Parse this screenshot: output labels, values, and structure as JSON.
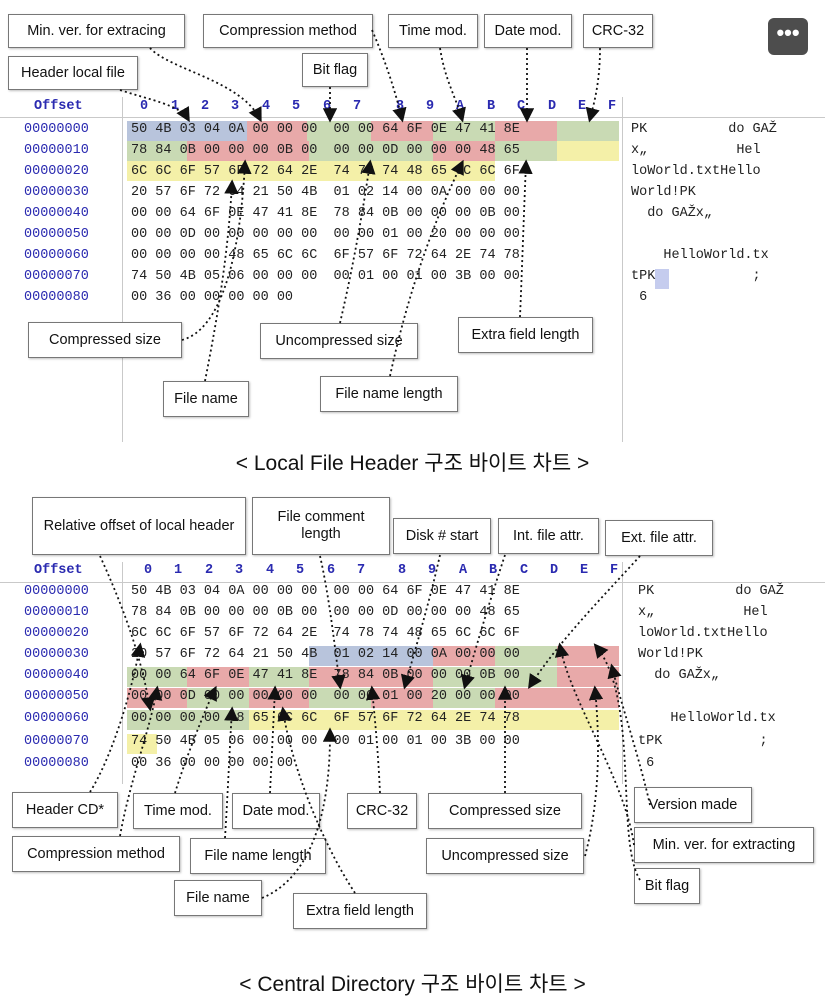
{
  "menu_icon": "more-dots-icon",
  "diagram1": {
    "caption": "< Local File Header 구조 바이트 차트 >",
    "header_cols": "Offset",
    "col_digits": [
      "0",
      "1",
      "2",
      "3",
      "4",
      "5",
      "6",
      "7",
      "8",
      "9",
      "A",
      "B",
      "C",
      "D",
      "E",
      "F"
    ],
    "rows": [
      {
        "offset": "00000000",
        "bytes": "50 4B 03 04 0A 00 00 00  00 00 64 6F 0E 47 41 8E",
        "ascii": "PK          do GAŽ"
      },
      {
        "offset": "00000010",
        "bytes": "78 84 0B 00 00 00 0B 00  00 00 0D 00 00 00 48 65",
        "ascii": "x„           Hel"
      },
      {
        "offset": "00000020",
        "bytes": "6C 6C 6F 57 6F 72 64 2E  74 78 74 48 65 6C 6C 6F",
        "ascii": "loWorld.txtHello"
      },
      {
        "offset": "00000030",
        "bytes": "20 57 6F 72 64 21 50 4B  01 02 14 00 0A 00 00 00",
        "ascii": "World!PK"
      },
      {
        "offset": "00000040",
        "bytes": "00 00 64 6F 0E 47 41 8E  78 84 0B 00 00 00 0B 00",
        "ascii": "  do GAŽx„"
      },
      {
        "offset": "00000050",
        "bytes": "00 00 0D 00 00 00 00 00  00 00 01 00 20 00 00 00",
        "ascii": ""
      },
      {
        "offset": "00000060",
        "bytes": "00 00 00 00 48 65 6C 6C  6F 57 6F 72 64 2E 74 78",
        "ascii": "    HelloWorld.tx"
      },
      {
        "offset": "00000070",
        "bytes": "74 50 4B 05 06 00 00 00  00 01 00 01 00 3B 00 00",
        "ascii": "tPK            ;"
      },
      {
        "offset": "00000080",
        "bytes": "00 36 00 00 00 00 00",
        "ascii": " 6"
      }
    ],
    "labels": {
      "min_ver": "Min. ver. for extracing",
      "compression_method": "Compression method",
      "time_mod": "Time mod.",
      "date_mod": "Date mod.",
      "crc32": "CRC-32",
      "header_local_file": "Header local file",
      "bit_flag": "Bit flag",
      "compressed_size": "Compressed size",
      "uncompressed_size": "Uncompressed size",
      "extra_field_length": "Extra field length",
      "file_name": "File name",
      "file_name_length": "File name length"
    }
  },
  "diagram2": {
    "caption": "< Central Directory 구조 바이트 차트 >",
    "header_cols": "Offset",
    "col_digits": [
      "0",
      "1",
      "2",
      "3",
      "4",
      "5",
      "6",
      "7",
      "8",
      "9",
      "A",
      "B",
      "C",
      "D",
      "E",
      "F"
    ],
    "rows": [
      {
        "offset": "00000000",
        "bytes": "50 4B 03 04 0A 00 00 00  00 00 64 6F 0E 47 41 8E",
        "ascii": "PK          do GAŽ"
      },
      {
        "offset": "00000010",
        "bytes": "78 84 0B 00 00 00 0B 00  00 00 0D 00 00 00 48 65",
        "ascii": "x„           Hel"
      },
      {
        "offset": "00000020",
        "bytes": "6C 6C 6F 57 6F 72 64 2E  74 78 74 48 65 6C 6C 6F",
        "ascii": "loWorld.txtHello"
      },
      {
        "offset": "00000030",
        "bytes": "20 57 6F 72 64 21 50 4B  01 02 14 00 0A 00 00 00",
        "ascii": "World!PK"
      },
      {
        "offset": "00000040",
        "bytes": "00 00 64 6F 0E 47 41 8E  78 84 0B 00 00 00 0B 00",
        "ascii": "  do GAŽx„"
      },
      {
        "offset": "00000050",
        "bytes": "00 00 0D 00 00 00 00 00  00 00 01 00 20 00 00 00",
        "ascii": ""
      },
      {
        "offset": "00000060",
        "bytes": "00 00 00 00 48 65 6C 6C  6F 57 6F 72 64 2E 74 78",
        "ascii": "    HelloWorld.tx"
      },
      {
        "offset": "00000070",
        "bytes": "74 50 4B 05 06 00 00 00  00 01 00 01 00 3B 00 00",
        "ascii": "tPK            ;"
      },
      {
        "offset": "00000080",
        "bytes": "00 36 00 00 00 00 00",
        "ascii": " 6"
      }
    ],
    "labels": {
      "rel_offset": "Relative offset of local header",
      "file_comment_length": "File comment length",
      "disk_start": "Disk # start",
      "int_file_attr": "Int. file attr.",
      "ext_file_attr": "Ext. file attr.",
      "header_cd": "Header CD*",
      "time_mod": "Time mod.",
      "date_mod": "Date mod.",
      "crc32": "CRC-32",
      "compressed_size": "Compressed size",
      "version_made": "Version made",
      "compression_method": "Compression method",
      "file_name_length": "File name length",
      "uncompressed_size": "Uncompressed size",
      "min_ver": "Min. ver. for extracting",
      "file_name": "File name",
      "extra_field_length": "Extra field length",
      "bit_flag": "Bit flag"
    }
  },
  "colors": {
    "blue_field": "#b8c4dc",
    "red_field": "#e8a9a9",
    "green_field": "#c9dab4",
    "yellow_field": "#f4f0a8",
    "offset_text": "#2a2ab0"
  }
}
